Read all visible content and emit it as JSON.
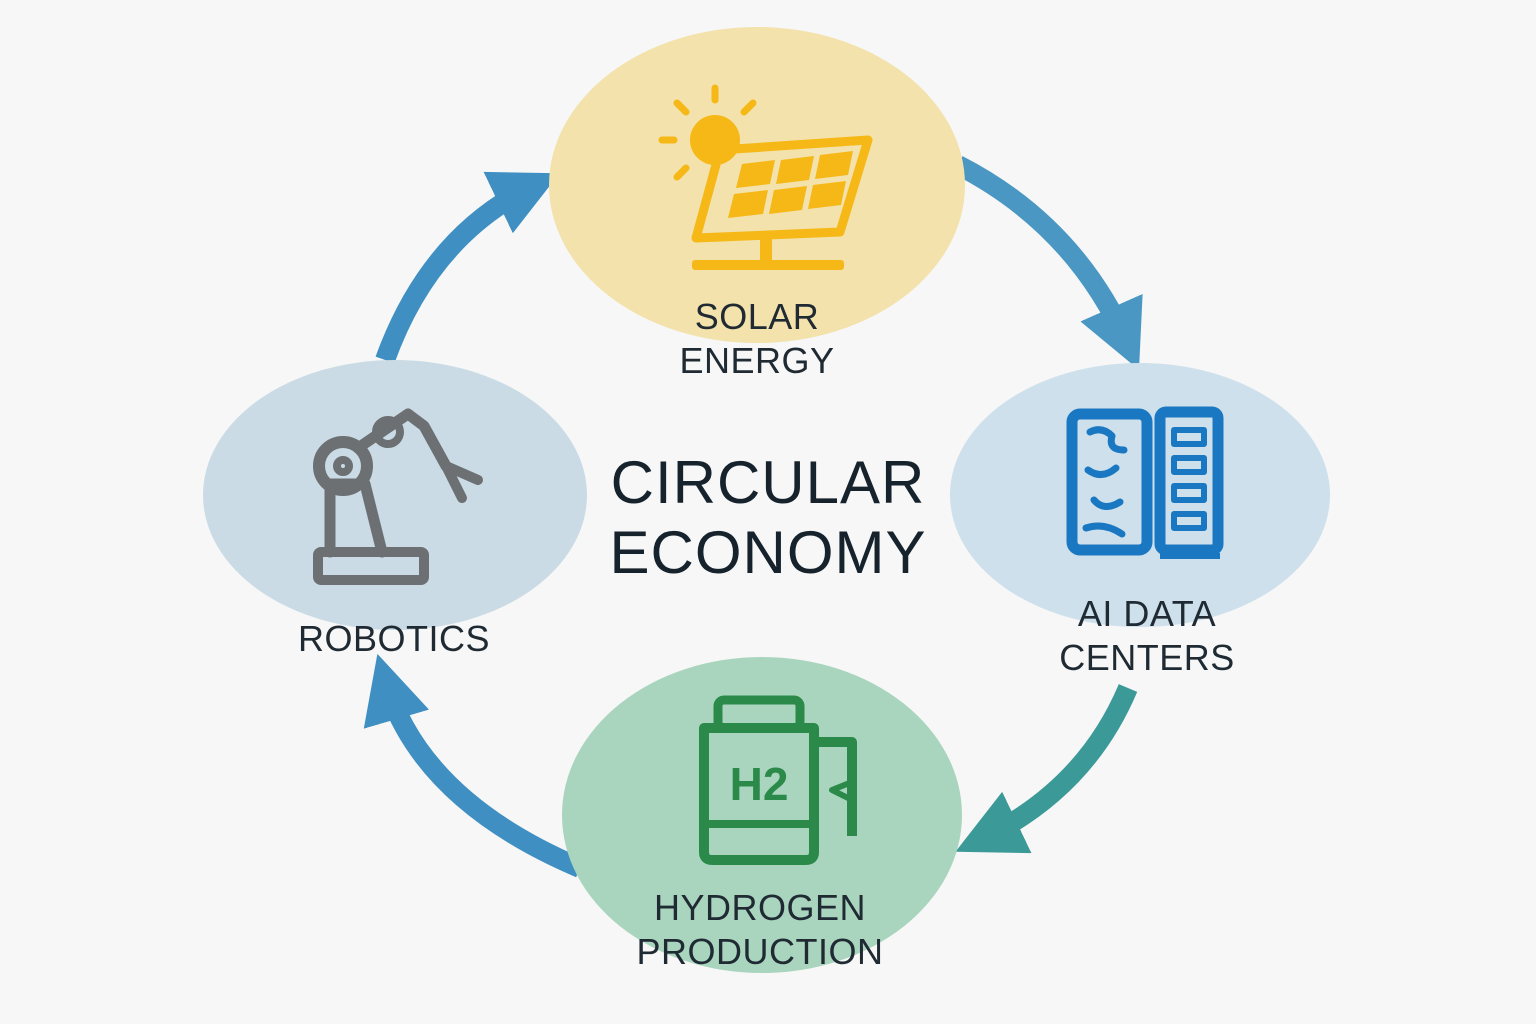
{
  "center": {
    "line1": "CIRCULAR",
    "line2": "ECONOMY"
  },
  "nodes": [
    {
      "id": "solar",
      "lines": [
        "SOLAR",
        "ENERGY"
      ],
      "icon": "solar-panel-icon",
      "fill": "#f3e2ab",
      "icon_color": "#f6b816"
    },
    {
      "id": "ai",
      "lines": [
        "AI DATA",
        "CENTERS"
      ],
      "icon": "server-rack-icon",
      "fill": "#cde0ec",
      "icon_color": "#1a78c2"
    },
    {
      "id": "hydrogen",
      "lines": [
        "HYDROGEN",
        "PRODUCTION"
      ],
      "icon": "hydrogen-tank-icon",
      "icon_text": "H2",
      "fill": "#a9d5be",
      "icon_color": "#2b8a4a"
    },
    {
      "id": "robotics",
      "lines": [
        "ROBOTICS"
      ],
      "icon": "robot-arm-icon",
      "fill": "#cadbe6",
      "icon_color": "#6c7073"
    }
  ],
  "arrows": [
    {
      "from": "solar",
      "to": "ai",
      "color": "#4a97c4"
    },
    {
      "from": "ai",
      "to": "hydrogen",
      "color": "#3b9a98"
    },
    {
      "from": "hydrogen",
      "to": "robotics",
      "color": "#3f8fc2"
    },
    {
      "from": "robotics",
      "to": "solar",
      "color": "#3f8fc2"
    }
  ]
}
